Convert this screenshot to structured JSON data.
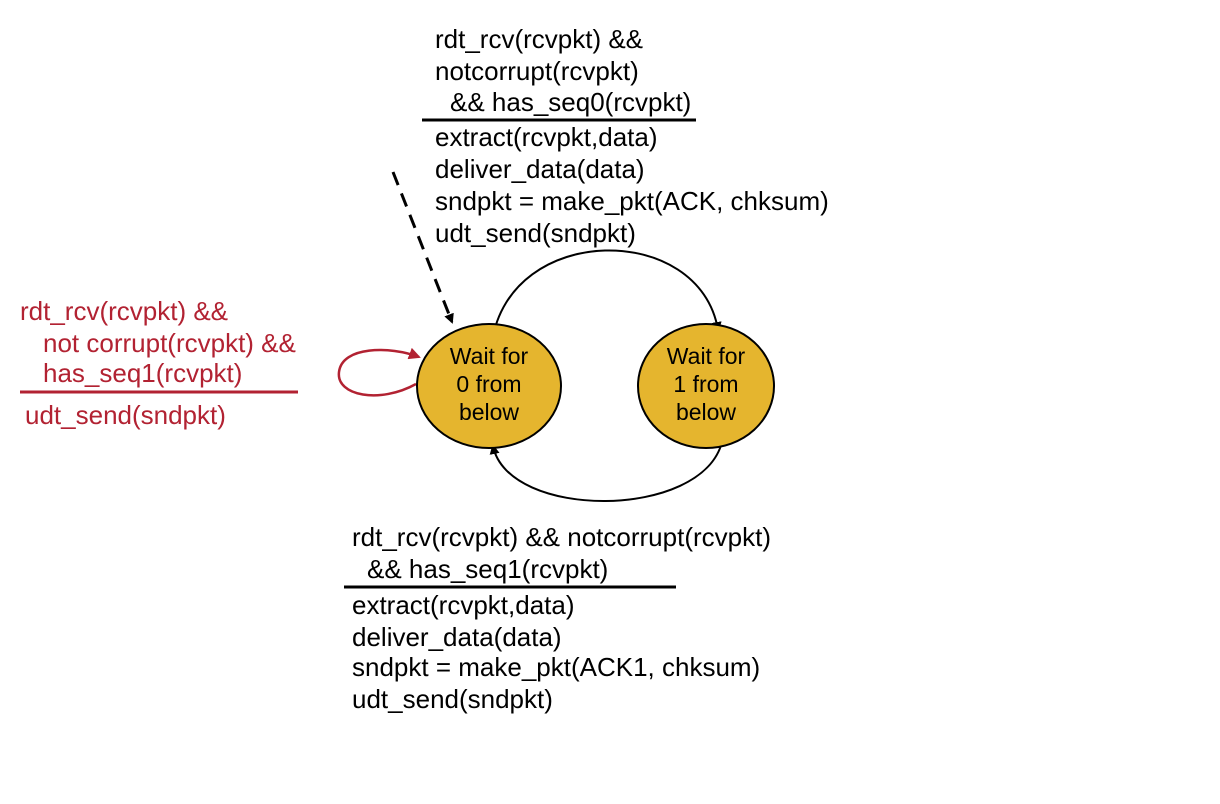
{
  "colors": {
    "text": "#000000",
    "state_fill": "#e5b52e",
    "state_stroke": "#000000",
    "self_loop": "#b22232"
  },
  "states": {
    "wait0": [
      "Wait for",
      "0 from",
      "below"
    ],
    "wait1": [
      "Wait for",
      "1 from",
      "below"
    ]
  },
  "top_transition": {
    "condition": [
      "rdt_rcv(rcvpkt) &&",
      "notcorrupt(rcvpkt)",
      "&& has_seq0(rcvpkt)"
    ],
    "actions": [
      "extract(rcvpkt,data)",
      "deliver_data(data)",
      "sndpkt = make_pkt(ACK, chksum)",
      "udt_send(sndpkt)"
    ]
  },
  "self_loop_transition": {
    "condition": [
      "rdt_rcv(rcvpkt) &&",
      "not corrupt(rcvpkt) &&",
      "has_seq1(rcvpkt)"
    ],
    "actions": [
      "udt_send(sndpkt)"
    ]
  },
  "bottom_transition": {
    "condition": [
      "rdt_rcv(rcvpkt) && notcorrupt(rcvpkt)",
      "&& has_seq1(rcvpkt)"
    ],
    "actions": [
      "extract(rcvpkt,data)",
      "deliver_data(data)",
      "sndpkt = make_pkt(ACK1, chksum)",
      "udt_send(sndpkt)"
    ]
  }
}
